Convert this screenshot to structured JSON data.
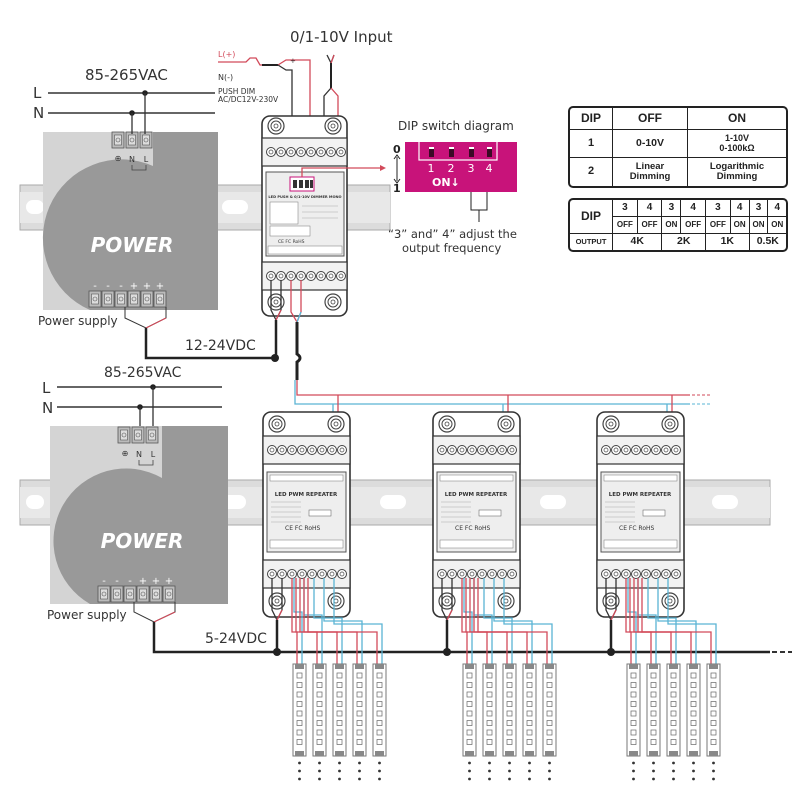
{
  "title": "0/1-10V dimmer wiring diagram with PWM repeaters",
  "input": {
    "label": "0/1-10V Input",
    "push_l": "L(+)",
    "push_n": "N(-)",
    "push_dim_line1": "PUSH DIM",
    "push_dim_line2": "AC/DC12V-230V",
    "plus_mark": "+",
    "minus_mark": "-"
  },
  "supply_top": {
    "ac_label": "85-265VAC",
    "line_L": "L",
    "line_N": "N",
    "terminals_ac": [
      "⊕",
      "N",
      "L"
    ],
    "power_text": "POWER",
    "dc_terminals": [
      "-",
      "-",
      "-",
      "+",
      "+",
      "+"
    ],
    "caption": "Power supply",
    "dc_label": "12-24VDC"
  },
  "supply_bottom": {
    "ac_label": "85-265VAC",
    "line_L": "L",
    "line_N": "N",
    "terminals_ac": [
      "⊕",
      "N",
      "L"
    ],
    "power_text": "POWER",
    "dc_terminals": [
      "-",
      "-",
      "-",
      "+",
      "+",
      "+"
    ],
    "caption": "Power supply",
    "dc_label": "5-24VDC"
  },
  "dimmer": {
    "model_text": "LED PUSH & 0/1-10V DIMMER MONO",
    "cert": "CE FC RoHS"
  },
  "repeaters": [
    {
      "title": "LED PWM REPEATER",
      "cert": "CE FC RoHS"
    },
    {
      "title": "LED PWM REPEATER",
      "cert": "CE FC RoHS"
    },
    {
      "title": "LED PWM REPEATER",
      "cert": "CE FC RoHS"
    }
  ],
  "dip_diagram": {
    "title": "DIP switch diagram",
    "state_0": "0",
    "state_1": "1",
    "switch_numbers": [
      "1",
      "2",
      "3",
      "4"
    ],
    "on_label": "ON↓",
    "note_line1": "“3”  and”  4”   adjust the",
    "note_line2": "output frequency",
    "color": "#c8137a"
  },
  "dip_table": {
    "headers": [
      "DIP",
      "OFF",
      "ON"
    ],
    "rows": [
      {
        "dip": "1",
        "off": "0-10V",
        "on_line1": "1-10V",
        "on_line2": "0-100kΩ"
      },
      {
        "dip": "2",
        "off_line1": "Linear",
        "off_line2": "Dimming",
        "on_line1": "Logarithmic",
        "on_line2": "Dimming"
      }
    ]
  },
  "freq_table": {
    "dip_label": "DIP",
    "output_label": "OUTPUT",
    "switch_numbers": [
      "3",
      "4",
      "3",
      "4",
      "3",
      "4",
      "3",
      "4"
    ],
    "states": [
      "OFF",
      "OFF",
      "ON",
      "OFF",
      "OFF",
      "ON",
      "ON",
      "ON"
    ],
    "outputs": [
      "4K",
      "2K",
      "1K",
      "0.5K"
    ]
  },
  "colors": {
    "wire_red": "#d24a5a",
    "wire_blue": "#5ab4d4",
    "bus": "#222222",
    "psu_light": "#d4d4d4",
    "psu_dark": "#999999",
    "rail": "#dcdcdc"
  },
  "led_strip_count_per_repeater": 5
}
